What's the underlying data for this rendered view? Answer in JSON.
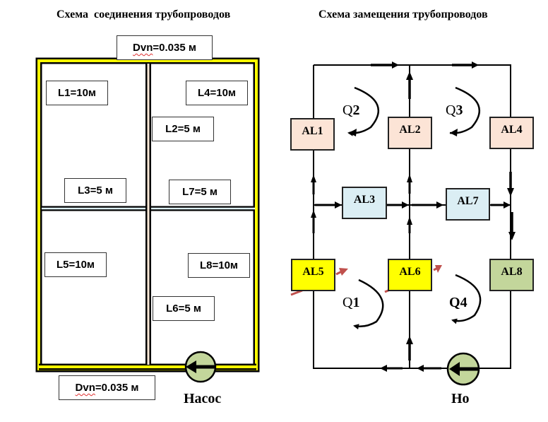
{
  "left_diagram": {
    "title": "Схема  соединения трубопроводов",
    "diameter_top": {
      "prefix": "Dvn",
      "rest": "=0.035 м"
    },
    "diameter_bottom": {
      "prefix": "Dvn",
      "rest": "=0.035 м"
    },
    "segments": [
      {
        "id": "L1",
        "label": "L1=10м"
      },
      {
        "id": "L4",
        "label": "L4=10м"
      },
      {
        "id": "L2",
        "label": "L2=5 м"
      },
      {
        "id": "L3",
        "label": "L3=5 м"
      },
      {
        "id": "L7",
        "label": "L7=5 м"
      },
      {
        "id": "L5",
        "label": "L5=10м"
      },
      {
        "id": "L8",
        "label": "L8=10м"
      },
      {
        "id": "L6",
        "label": "L6=5 м"
      }
    ],
    "pump_label": "Насос",
    "colors": {
      "outer_pipe": "#ffff00",
      "inner_vertical_pipe": "#fbe9d7",
      "inner_horizontal_pipe": "#dbeef4",
      "pump": "#c3d69b"
    }
  },
  "right_diagram": {
    "title": "Схема замещения трубопроводов",
    "nodes": [
      {
        "id": "AL1",
        "label": "AL1",
        "color": "#fce4d6"
      },
      {
        "id": "AL2",
        "label": "AL2",
        "color": "#fce4d6"
      },
      {
        "id": "AL4",
        "label": "AL4",
        "color": "#fce4d6"
      },
      {
        "id": "AL3",
        "label": "AL3",
        "color": "#dbeef4"
      },
      {
        "id": "AL7",
        "label": "AL7",
        "color": "#dbeef4"
      },
      {
        "id": "AL5",
        "label": "AL5",
        "color": "#ffff00"
      },
      {
        "id": "AL6",
        "label": "AL6",
        "color": "#ffff00"
      },
      {
        "id": "AL8",
        "label": "AL8",
        "color": "#c3d69b"
      }
    ],
    "loops": [
      {
        "id": "Q1",
        "prefix": "Q",
        "num": "1"
      },
      {
        "id": "Q2",
        "prefix": "Q",
        "num": "2"
      },
      {
        "id": "Q3",
        "prefix": "Q",
        "num": "3"
      },
      {
        "id": "Q4",
        "prefix": "Q",
        "num": "4"
      }
    ],
    "pump_label": "Ho",
    "colors": {
      "pump": "#c3d69b",
      "accent_arrow": "#c0504d"
    }
  }
}
